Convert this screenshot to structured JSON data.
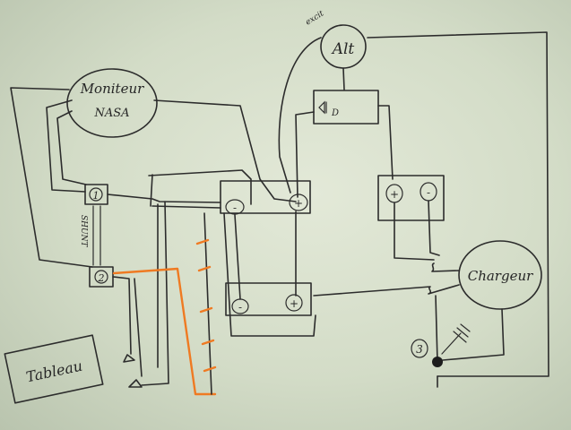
{
  "components": {
    "monitor": {
      "line1": "Moniteur",
      "line2": "NASA"
    },
    "alternator": {
      "label": "Alt",
      "tag": "excit"
    },
    "diode": {
      "label": "D"
    },
    "charger": {
      "label": "Chargeur"
    },
    "shunt": {
      "label": "SHUNT",
      "terminal_1": "1",
      "terminal_2": "2"
    },
    "ground": {
      "number": "3"
    },
    "tableau": {
      "label": "Tableau"
    },
    "battery_upper": {
      "neg": "-",
      "pos": "+"
    },
    "battery_lower": {
      "neg": "-",
      "pos": "+"
    },
    "alt_terminal_pair": {
      "pos": "+",
      "neg": "-"
    }
  },
  "colors": {
    "ink": "#2c2c2c",
    "accent_wire": "#ef7a22",
    "paper": "#dfe6d3"
  }
}
